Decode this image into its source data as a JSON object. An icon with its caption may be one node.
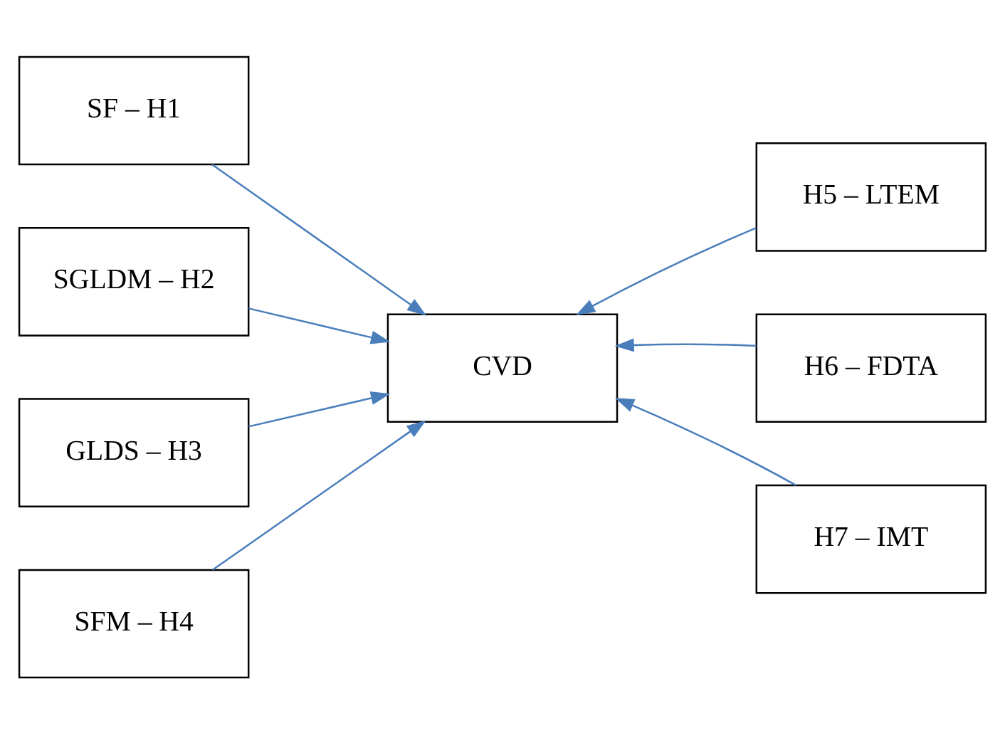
{
  "diagram": {
    "nodes": [
      {
        "text": [
          "SF – H1"
        ]
      },
      {
        "text": [
          "SGLDM – H2"
        ]
      },
      {
        "text": [
          "GLDS – H3"
        ]
      },
      {
        "text": [
          "SFM – H4"
        ]
      },
      {
        "text": [
          "CVD"
        ]
      },
      {
        "text": [
          "H5 – LTEM"
        ]
      },
      {
        "text": [
          "H6 – FDTA"
        ]
      },
      {
        "text": [
          "H7 – IMT"
        ]
      }
    ],
    "edges": [
      {
        "from": 0,
        "to": 4,
        "arrow": "to"
      },
      {
        "from": 1,
        "to": 4,
        "arrow": "to"
      },
      {
        "from": 2,
        "to": 4,
        "arrow": "to"
      },
      {
        "from": 3,
        "to": 4,
        "arrow": "to"
      },
      {
        "from": 5,
        "to": 4,
        "arrow": "to"
      },
      {
        "from": 6,
        "to": 4,
        "arrow": "to"
      },
      {
        "from": 7,
        "to": 4,
        "arrow": "to"
      }
    ]
  }
}
